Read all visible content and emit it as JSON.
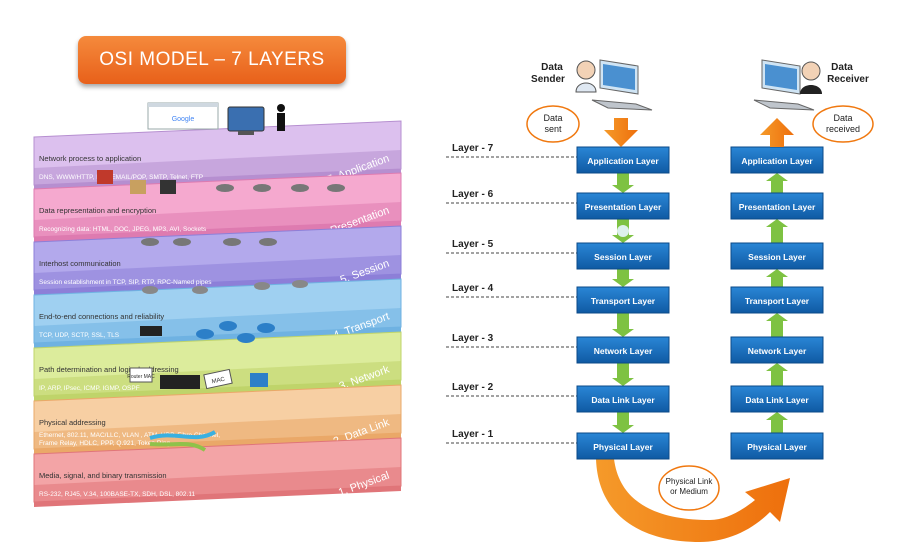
{
  "left": {
    "title": "OSI MODEL – 7 LAYERS",
    "layers": [
      {
        "label": "7. Application",
        "heading": "Network process to application",
        "protocols": "DNS, WWW/HTTP, P2P, EMAIL/POP, SMTP, Telnet, FTP",
        "color": "#dcc0ee",
        "dark": "#b68fd0"
      },
      {
        "label": "6. Presentation",
        "heading": "Data representation and encryption",
        "protocols": "Recognizing data: HTML, DOC, JPEG, MP3, AVI, Sockets",
        "color": "#f5a9cf",
        "dark": "#de7bb0"
      },
      {
        "label": "5. Session",
        "heading": "Interhost communication",
        "protocols": "Session establishment in TCP, SIP, RTP, RPC-Named pipes",
        "color": "#b3a9ec",
        "dark": "#8d7fd8"
      },
      {
        "label": "4. Transport",
        "heading": "End-to-end connections and reliability",
        "protocols": "TCP, UDP, SCTP, SSL, TLS",
        "color": "#9fd0f1",
        "dark": "#6fb2e2"
      },
      {
        "label": "3. Network",
        "heading": "Path determination and logical addressing",
        "protocols": "IP, ARP, IPsec, ICMP, IGMP, OSPF",
        "color": "#dcec9c",
        "dark": "#bfd46a"
      },
      {
        "label": "2. Data Link",
        "heading": "Physical addressing",
        "protocols": "Ethernet, 802.11, MAC/LLC, VLAN , ATM, HDP, Fibre Channel, Frame Relay, HDLC,  PPP, Q.921, Token Ring",
        "color": "#f7cfa3",
        "dark": "#eaa868"
      },
      {
        "label": "1. Physical",
        "heading": "Media, signal, and binary transmission",
        "protocols": "RS-232, RJ45, V.34, 100BASE-TX, SDH, DSL, 802.11",
        "color": "#f3a4a6",
        "dark": "#e07579"
      }
    ],
    "illustration_labels": {
      "google": "Google",
      "router": "Router MAC",
      "mac": "MAC"
    }
  },
  "right": {
    "sender": "Data Sender",
    "receiver": "Data Receiver",
    "data_sent": "Data sent",
    "data_received": "Data received",
    "medium": "Physical Link or Medium",
    "layer_tags": [
      "Layer - 7",
      "Layer - 6",
      "Layer - 5",
      "Layer - 4",
      "Layer - 3",
      "Layer - 2",
      "Layer - 1"
    ],
    "stack": [
      "Application Layer",
      "Presentation Layer",
      "Session Layer",
      "Transport Layer",
      "Network Layer",
      "Data Link Layer",
      "Physical Layer"
    ],
    "colors": {
      "box": "#1468b8",
      "green": "#7ec242",
      "orange": "#f0780f"
    }
  }
}
